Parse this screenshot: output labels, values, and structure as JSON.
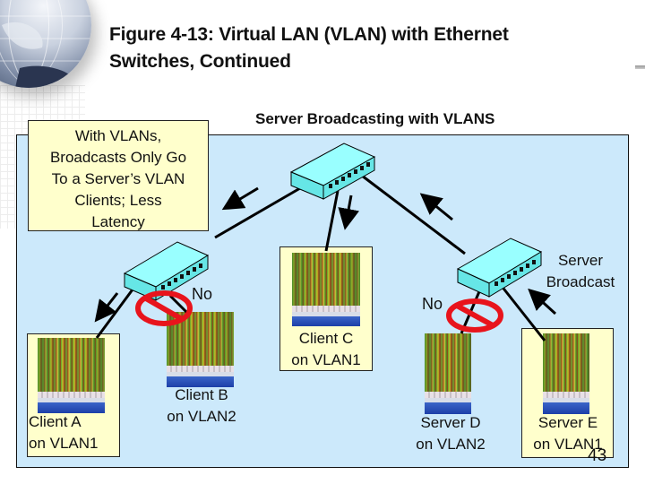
{
  "slide": {
    "title_line1": "Figure 4-13: Virtual LAN (VLAN) with Ethernet",
    "title_line2": "Switches, Continued",
    "page_number": "43"
  },
  "diagram": {
    "heading": "Server Broadcasting with VLANS",
    "note": {
      "lines": [
        "With VLANs,",
        "Broadcasts Only Go",
        "To a Server’s VLAN",
        "Clients; Less",
        "Latency"
      ]
    },
    "server_broadcast_label": [
      "Server",
      "Broadcast"
    ],
    "blocked_labels": [
      "No",
      "No"
    ],
    "switches": [
      "top-switch",
      "left-switch",
      "right-switch"
    ],
    "devices": [
      {
        "name": "Client A",
        "vlan": "on VLAN1",
        "highlighted": true
      },
      {
        "name": "Client B",
        "vlan": "on VLAN2",
        "highlighted": false
      },
      {
        "name": "Client C",
        "vlan": "on VLAN1",
        "highlighted": true
      },
      {
        "name": "Server D",
        "vlan": "on VLAN2",
        "highlighted": false
      },
      {
        "name": "Server E",
        "vlan": "on VLAN1",
        "highlighted": true
      }
    ],
    "colors": {
      "panel_bg": "#cce9fb",
      "note_bg": "#ffffcc",
      "switch_fill": "#99ffff",
      "prohibited_red": "#e8141c"
    }
  }
}
